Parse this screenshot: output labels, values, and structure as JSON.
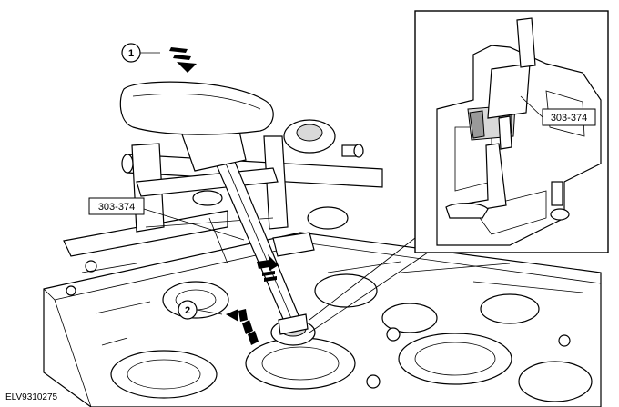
{
  "figure": {
    "reference_id": "ELV9310275",
    "callouts": [
      "1",
      "2"
    ],
    "tool_labels": {
      "main": "303-374",
      "detail": "303-374"
    },
    "icons": {
      "press_arrow": "triple-dash-arrow",
      "leader": "pointer-line"
    }
  }
}
